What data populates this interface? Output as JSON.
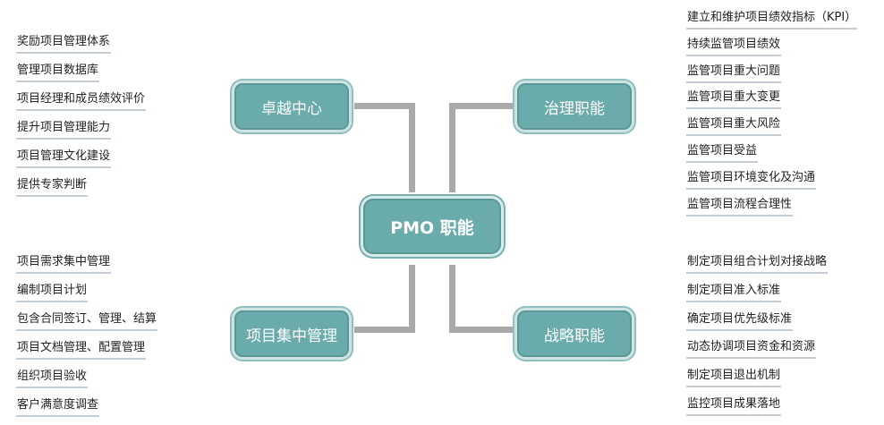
{
  "center": {
    "label": "PMO 职能"
  },
  "branches": {
    "top_left": {
      "label": "卓越中心",
      "items": [
        "奖励项目管理体系",
        "管理项目数据库",
        "项目经理和成员绩效评价",
        "提升项目管理能力",
        "项目管理文化建设",
        "提供专家判断"
      ]
    },
    "top_right": {
      "label": "治理职能",
      "items": [
        "建立和维护项目绩效指标（KPI）",
        "持续监管项目绩效",
        "监管项目重大问题",
        "监管项目重大变更",
        "监管项目重大风险",
        "监管项目受益",
        "监管项目环境变化及沟通",
        "监管项目流程合理性"
      ]
    },
    "bottom_left": {
      "label": "项目集中管理",
      "items": [
        "项目需求集中管理",
        "编制项目计划",
        "包含合同签订、管理、结算",
        "项目文档管理、配置管理",
        "组织项目验收",
        "客户满意度调查"
      ]
    },
    "bottom_right": {
      "label": "战略职能",
      "items": [
        "制定项目组合计划对接战略",
        "制定项目准入标准",
        "确定项目优先级标准",
        "动态协调项目资金和资源",
        "制定项目退出机制",
        "监控项目成果落地"
      ]
    }
  }
}
